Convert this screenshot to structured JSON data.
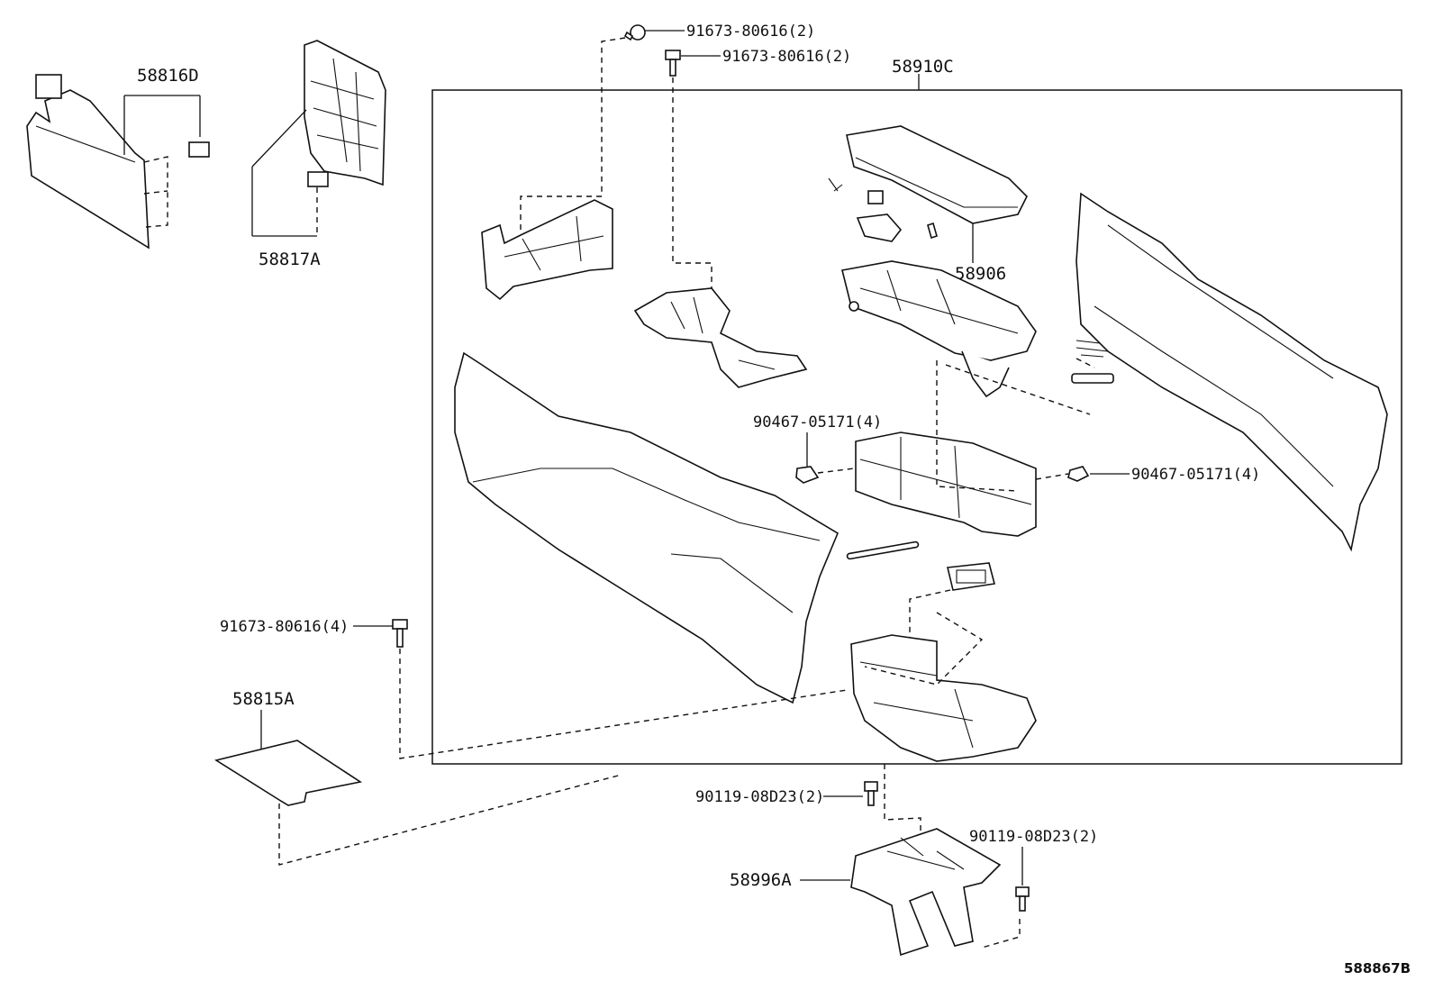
{
  "diagram_ref": "588867B",
  "assembly": {
    "label": "58910C"
  },
  "callouts": {
    "p58816D": "58816D",
    "p58817A": "58817A",
    "p58906": "58906",
    "p58815A": "58815A",
    "p58996A": "58996A",
    "screw_top_1": "91673-80616(2)",
    "screw_top_2": "91673-80616(2)",
    "screw_left": "91673-80616(4)",
    "clip_left": "90467-05171(4)",
    "clip_right": "90467-05171(4)",
    "bolt_left": "90119-08D23(2)",
    "bolt_right": "90119-08D23(2)"
  }
}
